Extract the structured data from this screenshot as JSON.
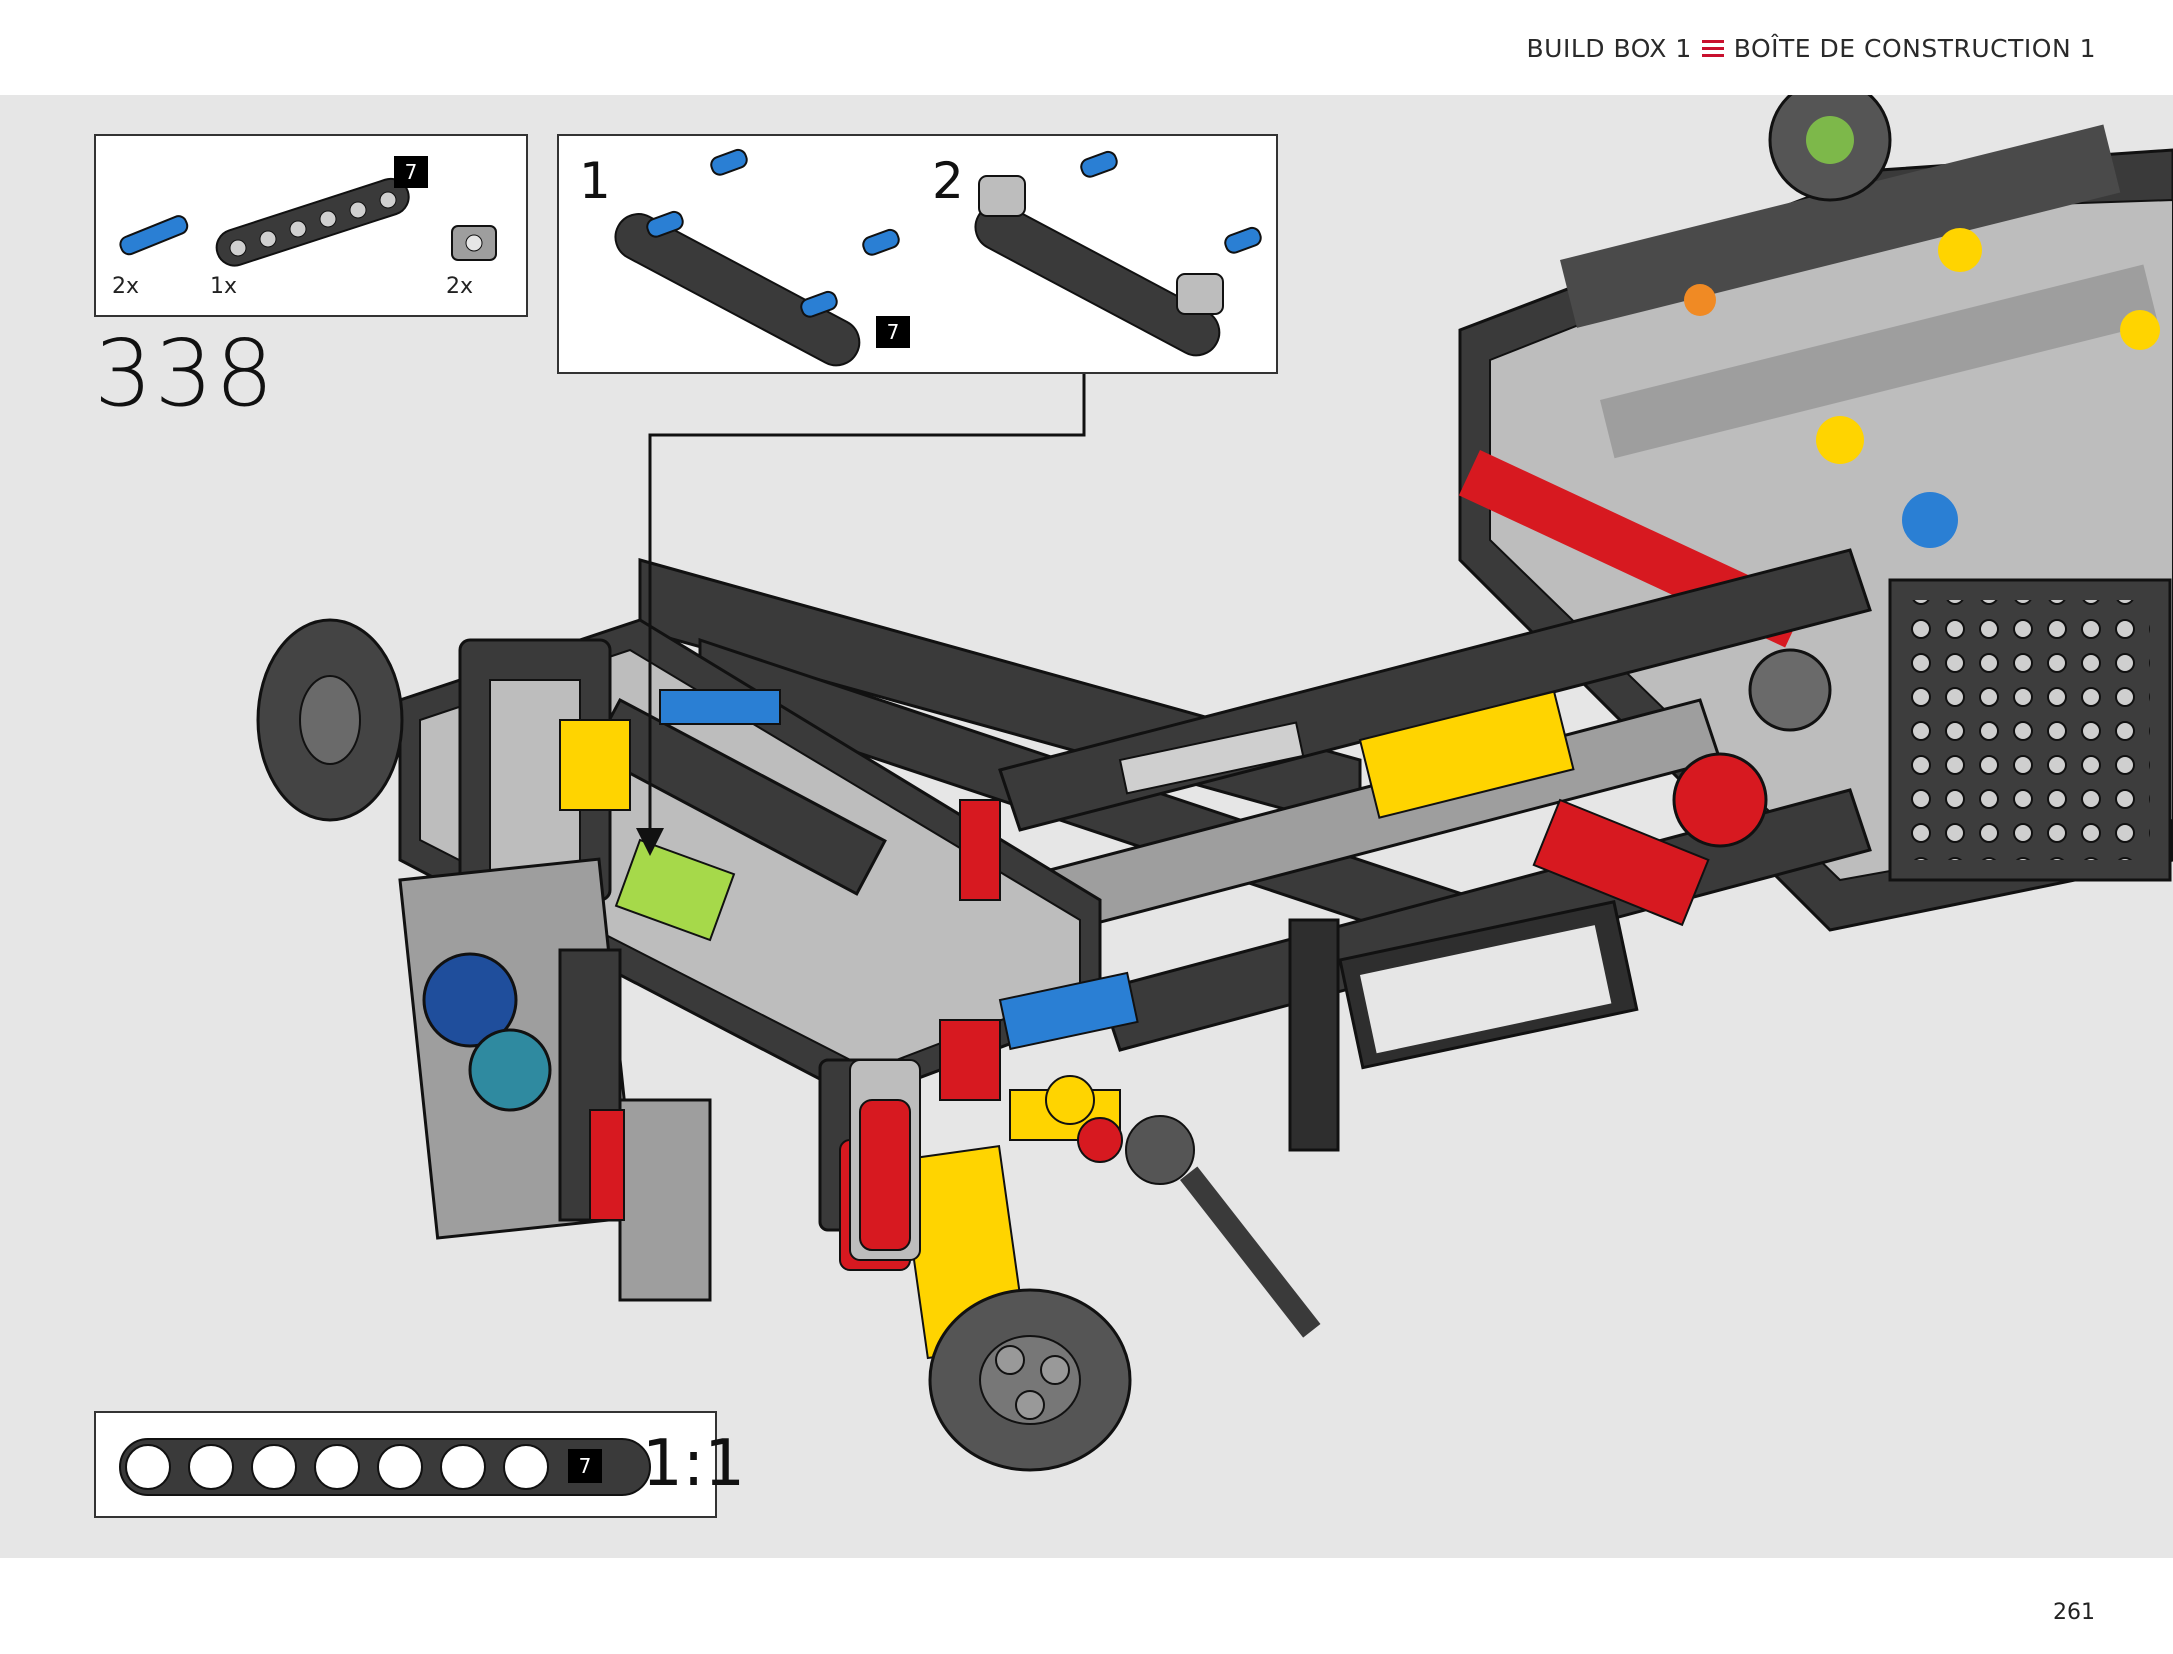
{
  "header": {
    "build_box_en": "BUILD BOX 1",
    "build_box_fr": "BOÎTE DE CONSTRUCTION 1",
    "accent_color": "#c8102e"
  },
  "parts_list": {
    "items": [
      {
        "icon": "blue-pin-icon",
        "quantity": "2x"
      },
      {
        "icon": "black-beam-icon",
        "quantity": "1x",
        "badge": "7"
      },
      {
        "icon": "grey-connector-icon",
        "quantity": "2x"
      }
    ]
  },
  "step": {
    "number": "338"
  },
  "sub_assembly": {
    "steps": [
      {
        "label": "1",
        "badge": "7"
      },
      {
        "label": "2"
      }
    ]
  },
  "scale_reference": {
    "badge": "7",
    "ratio": "1:1"
  },
  "footer": {
    "page_number": "261"
  }
}
